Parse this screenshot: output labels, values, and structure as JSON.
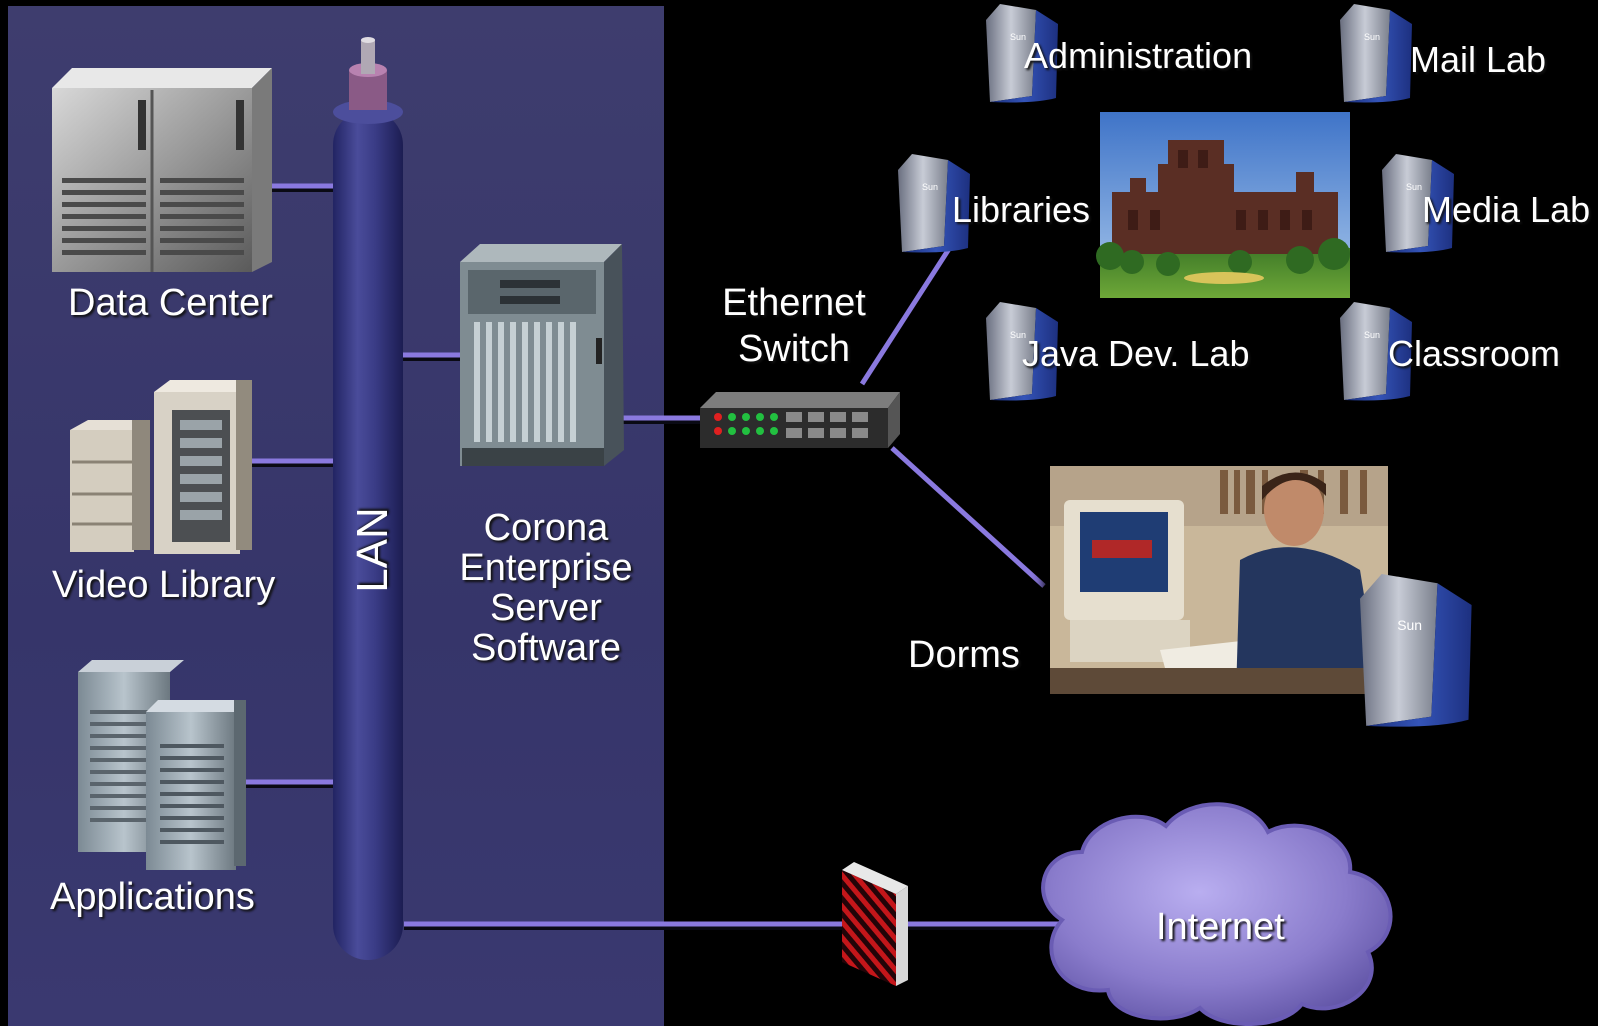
{
  "diagram": {
    "bus_label": "LAN",
    "left_nodes": {
      "data_center": "Data Center",
      "video_library": "Video Library",
      "applications": "Applications"
    },
    "server": {
      "line1": "Corona",
      "line2": "Enterprise",
      "line3": "Server",
      "line4": "Software"
    },
    "switch": {
      "line1": "Ethernet",
      "line2": "Switch"
    },
    "workstations": {
      "administration": "Administration",
      "mail_lab": "Mail Lab",
      "libraries": "Libraries",
      "media_lab": "Media Lab",
      "java_dev_lab": "Java Dev. Lab",
      "classroom": "Classroom"
    },
    "dorms": "Dorms",
    "internet": "Internet"
  },
  "colors": {
    "background": "#000000",
    "panel": "#3c3b6e",
    "wire": "#8a79df",
    "lan_cable": "#32337a",
    "workstation_blue": "#2c4aa8",
    "cloud": "#8f80cf",
    "firewall": "#c01818"
  }
}
